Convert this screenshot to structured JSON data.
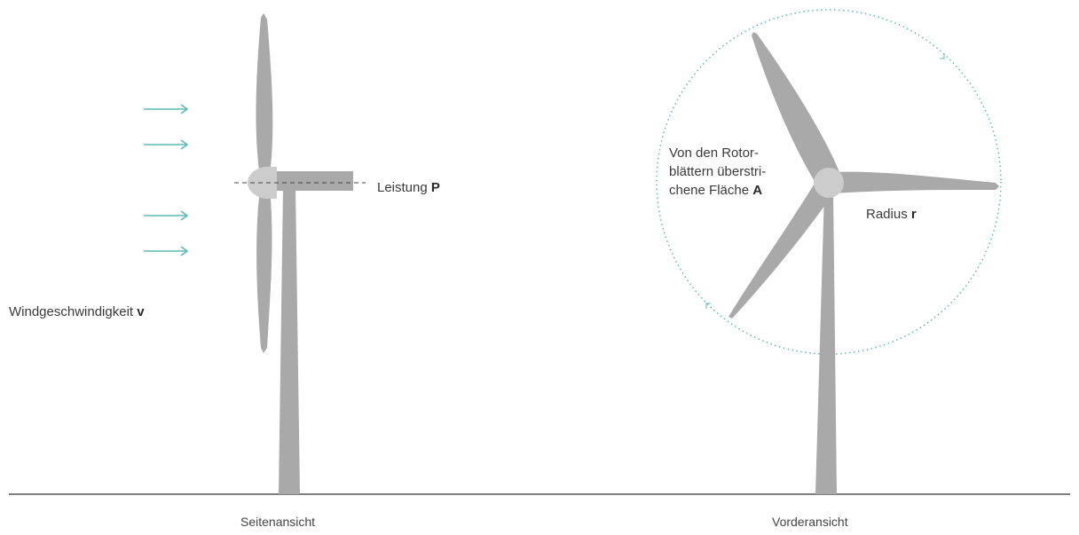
{
  "labels": {
    "wind_text": "Windgeschwindigkeit",
    "wind_symbol": "v",
    "power_text": "Leistung",
    "power_symbol": "P",
    "area_line1": "Von den Rotor-",
    "area_line2": "blättern überstri-",
    "area_line3": "chene Fläche",
    "area_symbol": "A",
    "radius_text": "Radius",
    "radius_symbol": "r",
    "caption_side": "Seitenansicht",
    "caption_front": "Vorderansicht"
  },
  "colors": {
    "turbine": "#a9a9a9",
    "hub": "#cccccc",
    "arrow": "#5cbcb0",
    "dotted_circle": "#5cbcb0",
    "ground": "#555555",
    "axis_dash": "#444444"
  },
  "icons": {
    "wind_arrow": "right-arrow-icon",
    "rotation_mark": "rotation-arrow-icon"
  }
}
